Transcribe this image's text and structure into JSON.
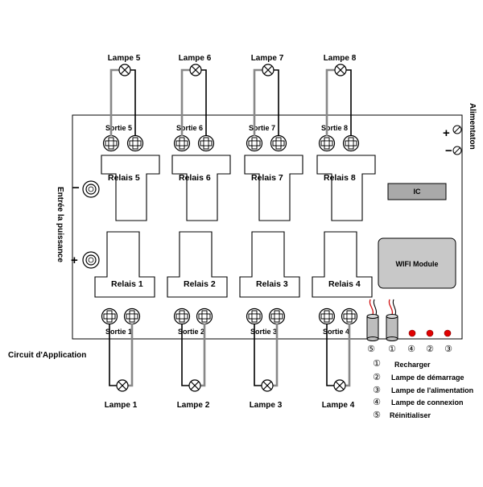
{
  "labels": {
    "alimentation": "Alimentaton",
    "entree": "Entrée la puissance",
    "circuit": "Circuit d'Application",
    "ic": "IC",
    "wifi": "WIFI Module",
    "plus": "+",
    "minus": "−",
    "plus_right": "+",
    "minus_right": "−"
  },
  "top_outputs": [
    {
      "lamp": "Lampe 5",
      "sortie": "Sortie 5",
      "relay": "Relais 5"
    },
    {
      "lamp": "Lampe 6",
      "sortie": "Sortie 6",
      "relay": "Relais 6"
    },
    {
      "lamp": "Lampe 7",
      "sortie": "Sortie 7",
      "relay": "Relais 7"
    },
    {
      "lamp": "Lampe 8",
      "sortie": "Sortie 8",
      "relay": "Relais 8"
    }
  ],
  "bottom_outputs": [
    {
      "lamp": "Lampe 1",
      "sortie": "Sortie 1",
      "relay": "Relais 1"
    },
    {
      "lamp": "Lampe 2",
      "sortie": "Sortie 2",
      "relay": "Relais 2"
    },
    {
      "lamp": "Lampe 3",
      "sortie": "Sortie 3",
      "relay": "Relais 3"
    },
    {
      "lamp": "Lampe 4",
      "sortie": "Sortie 4",
      "relay": "Relais 4"
    }
  ],
  "component_markers": [
    "⑤",
    "①",
    "④",
    "②",
    "③"
  ],
  "legend": [
    {
      "num": "①",
      "text": "Recharger"
    },
    {
      "num": "②",
      "text": "Lampe de démarrage"
    },
    {
      "num": "③",
      "text": "Lampe de l'alimentation"
    },
    {
      "num": "④",
      "text": "Lampe de connexion"
    },
    {
      "num": "⑤",
      "text": "Réinitialiser"
    }
  ],
  "colors": {
    "board": "#000000",
    "wire_gray": "#888888",
    "wire_black": "#000000",
    "ic_fill": "#a9a9a9",
    "wifi_fill": "#c8c8c8",
    "led": "#e00000",
    "cable_red": "#d01010"
  }
}
